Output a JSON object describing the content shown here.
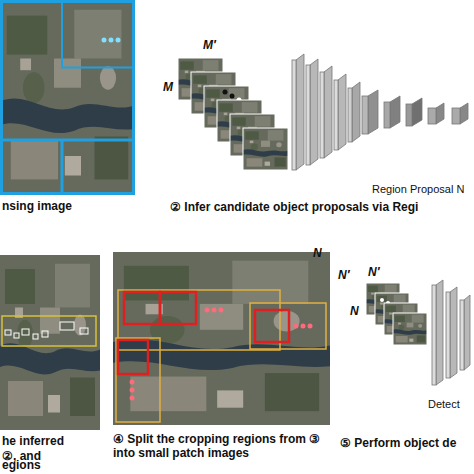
{
  "diagram": {
    "labels": [
      "nsing image",
      "M′",
      "M",
      "Region Proposal N",
      "② Infer candidate object proposals via Regi",
      "he inferred",
      "②, and",
      "egions",
      "N′",
      "N",
      "④ Split the cropping regions from ③ into small patch images",
      "N′",
      "N",
      "Detect",
      "⑤ Perform object de"
    ]
  }
}
